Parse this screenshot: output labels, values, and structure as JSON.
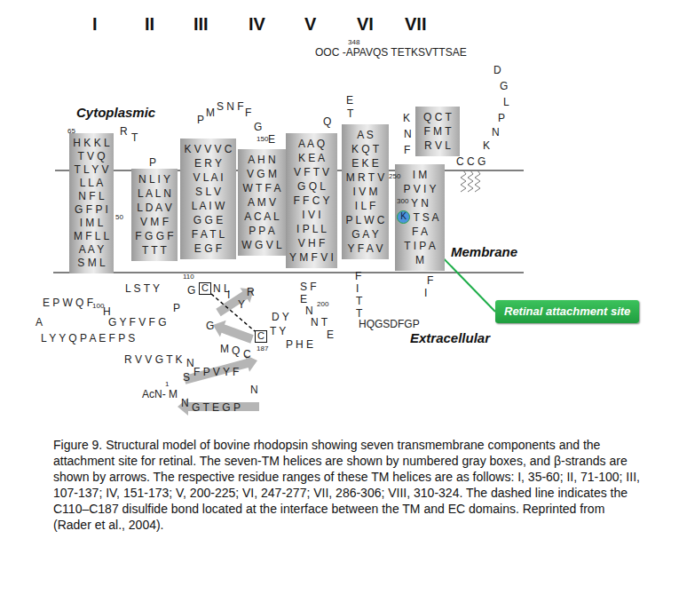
{
  "diagram": {
    "caption": "Figure 9. Structural model of bovine rhodopsin showing seven transmembrane components and the attachment site for retinal. The seven-TM helices are shown by numbered gray boxes, and β-strands are shown by arrows. The respective residue ranges of these TM helices are as follows: I, 35-60; II, 71-100; III, 107-137; IV, 151-173; V, 200-225; VI, 247-277; VII, 286-306; VIII, 310-324. The dashed line indicates the C110–C187 disulfide bond located at the interface between the TM and EC domains. Reprinted from (Rader et al., 2004).",
    "nodes": [
      {
        "text": [
          "H K K L",
          "T V Q",
          "T L Y V",
          "L L A",
          "N F L",
          "G F P I",
          "I M L",
          "M F L L",
          "A A Y",
          "S M L"
        ]
      },
      {
        "text": [
          "N L I Y",
          "L A L N",
          "L D A V",
          "V M F",
          "F G G F",
          "T T T"
        ]
      },
      {
        "text": [
          "K V V V C",
          "E R Y",
          "V L A I",
          "S L V",
          "L A I W",
          "G G E",
          "F A T L",
          "E G F"
        ]
      },
      {
        "text": [
          "A H N",
          "V G M",
          "W T F A",
          "A M V",
          "A C A L",
          "P P A",
          "W G V L"
        ]
      },
      {
        "text": [
          "A A Q",
          "K E A",
          "V F T V",
          "G Q L",
          "F F C Y",
          "I V I",
          "I P L L",
          "V H F",
          "Y M F V I"
        ]
      },
      {
        "text": [
          "A S",
          "K Q T",
          "E K E",
          "M R T V",
          "I V M",
          "I L F",
          "P L W C",
          "G A Y",
          "Y F A V"
        ]
      },
      {
        "text": [
          "I M",
          "P V I Y",
          "Y N",
          "T S A",
          "F A",
          "T I P A",
          "M"
        ]
      },
      {
        "text": [
          "Q C T",
          "F M T",
          "R V L"
        ]
      },
      {
        "text": [
          "K"
        ],
        "in": 6
      },
      {
        "text": [
          "C"
        ]
      },
      {
        "text": [
          "C"
        ]
      },
      {
        "text": [
          "Retinal attachment site"
        ]
      }
    ],
    "edges": [
      {
        "from": 9,
        "to": 10,
        "arrow": "none"
      },
      {
        "from": 8,
        "to": 11,
        "arrow": "none"
      }
    ],
    "labels": [
      "I",
      "II",
      "III",
      "IV",
      "V",
      "VI",
      "VII",
      "Cytoplasmic",
      "Membrane",
      "Extracellular",
      "348",
      "OOC -APAVQS TETKSVTTSAE",
      "D",
      "G",
      "L",
      "P",
      "N",
      "K",
      "C C G",
      "65",
      "50",
      "R",
      "T",
      "P",
      "P",
      "M",
      "S N F",
      "F",
      "G",
      "150",
      "E",
      "Q",
      "E",
      "T",
      "250",
      "K",
      "N",
      "F",
      "300",
      "L S T Y",
      "100",
      "H",
      "G Y F V F G",
      "P",
      "110",
      "G",
      "N L",
      "I",
      "Y",
      "R",
      "G",
      "M",
      "Q",
      "C",
      "187",
      "D Y",
      "T Y",
      "P H E",
      "S F",
      "E",
      "N",
      "200",
      "N T",
      "E",
      "F",
      "I",
      "T",
      "T",
      "HQGSDFGP",
      "F",
      "I",
      "E P W Q F",
      "A",
      "L Y Y Q P A E F P S",
      "R V V G T K",
      "N",
      "S",
      "F P V Y F",
      "N",
      "1",
      "AcN- M",
      "N",
      "G T E G P"
    ]
  }
}
